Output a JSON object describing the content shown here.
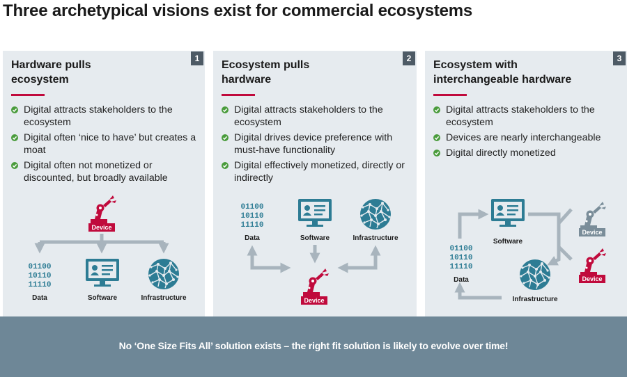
{
  "title": "Three archetypical visions exist for commercial ecosystems",
  "panels": [
    {
      "number": "1",
      "title_line1": "Hardware pulls",
      "title_line2": "ecosystem",
      "bullets": [
        "Digital attracts stakeholders to the ecosystem",
        "Digital often ‘nice to have’ but creates a moat",
        "Digital often not monetized or discounted, but broadly available"
      ],
      "labels": {
        "device": "Device",
        "data": "Data",
        "software": "Software",
        "infrastructure": "Infrastructure"
      }
    },
    {
      "number": "2",
      "title_line1": "Ecosystem pulls",
      "title_line2": "hardware",
      "bullets": [
        "Digital attracts stakeholders to the ecosystem",
        "Digital drives device preference with must-have functionality",
        "Digital effectively monetized, directly or indirectly"
      ],
      "labels": {
        "device": "Device",
        "data": "Data",
        "software": "Software",
        "infrastructure": "Infrastructure"
      }
    },
    {
      "number": "3",
      "title_line1": "Ecosystem with",
      "title_line2": "interchangeable hardware",
      "bullets": [
        "Digital attracts stakeholders to the ecosystem",
        "Devices are nearly interchangeable",
        "Digital directly monetized"
      ],
      "labels": {
        "device_a": "Device",
        "device_b": "Device",
        "data": "Data",
        "software": "Software",
        "infrastructure": "Infrastructure"
      }
    }
  ],
  "binary": {
    "line1": "01100",
    "line2": "10110",
    "line3": "11110"
  },
  "banner": "No ‘One Size Fits All’ solution exists – the right fit solution is likely to evolve over time!",
  "colors": {
    "accent": "#c00a3c",
    "teal": "#2d7c94",
    "green": "#4a9c3c",
    "arrow": "#a8b4bd",
    "panel": "#e6ebef",
    "banner": "#6e8797",
    "badge": "#4d5a65",
    "device_gray": "#7a8d99"
  }
}
